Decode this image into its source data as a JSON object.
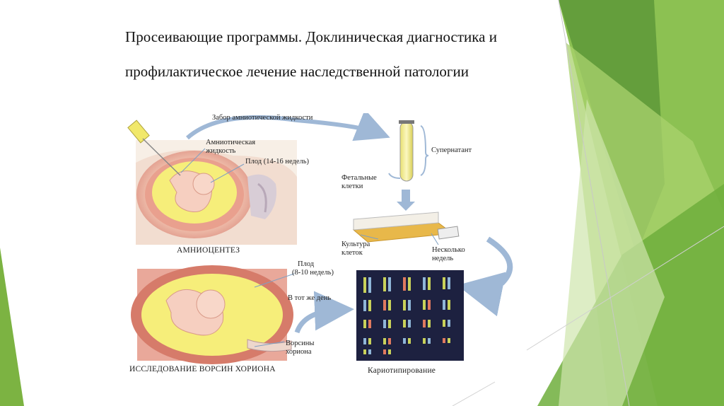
{
  "title": {
    "line1": "Просеивающие программы. Доклиническая диагностика и",
    "line2": "профилактическое лечение наследственной патологии"
  },
  "diagram": {
    "labels": {
      "amnio_sampling": "Забор амниотической жидкости",
      "amniotic_fluid_1": "Амниотическая",
      "amniotic_fluid_2": "жидкость",
      "fetus_14_16": "Плод (14-16 недель)",
      "supernatant": "Супернатант",
      "fetal_cells_1": "Фетальные",
      "fetal_cells_2": "клетки",
      "culture_1": "Культура",
      "culture_2": "клеток",
      "weeks_1": "Несколько",
      "weeks_2": "недель",
      "fetus_8_10_1": "Плод",
      "fetus_8_10_2": "(8-10 недель)",
      "same_day": "В тот же день",
      "villi_1": "Ворсины",
      "villi_2": "хориона",
      "amniocentesis": "АМНИОЦЕНТЕЗ",
      "cvs": "ИССЛЕДОВАНИЕ ВОРСИН ХОРИОНА",
      "karyotyping": "Кариотипирование"
    }
  },
  "colors": {
    "green_dark": "#5f9a3a",
    "green_mid": "#7cb342",
    "green_light": "#b5d98a",
    "arrow_blue": "#9fb8d6",
    "fluid_yellow": "#f6ee7a"
  }
}
